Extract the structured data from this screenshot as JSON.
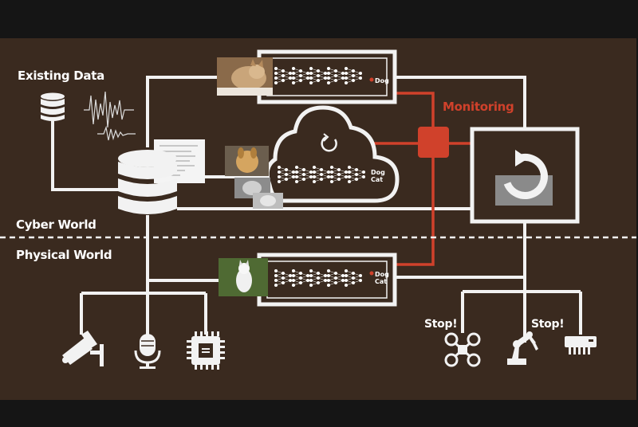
{
  "labels": {
    "existing_data": "Existing Data",
    "monitoring": "Monitoring",
    "cyber_world": "Cyber World",
    "physical_world": "Physical World",
    "stop_left": "Stop!",
    "stop_right": "Stop!"
  },
  "model_outputs": {
    "top": [
      "Dog"
    ],
    "cloud": [
      "Dog",
      "Cat"
    ],
    "bottom": [
      "Dog",
      "Cat"
    ]
  },
  "colors": {
    "background": "#3a2a1f",
    "line": "#f2f2f2",
    "accent": "#d0412b"
  },
  "icons": {
    "database": "database-icon",
    "waveform": "waveform-icon",
    "document": "document-icon",
    "cloud": "cloud-icon",
    "refresh": "refresh-icon",
    "monitor": "monitor-node-icon",
    "update": "update-cycle-icon",
    "camera": "security-camera-icon",
    "microphone": "microphone-icon",
    "chip": "chip-icon",
    "drone": "drone-icon",
    "robot_arm": "robot-arm-icon",
    "printer": "printer-icon"
  }
}
